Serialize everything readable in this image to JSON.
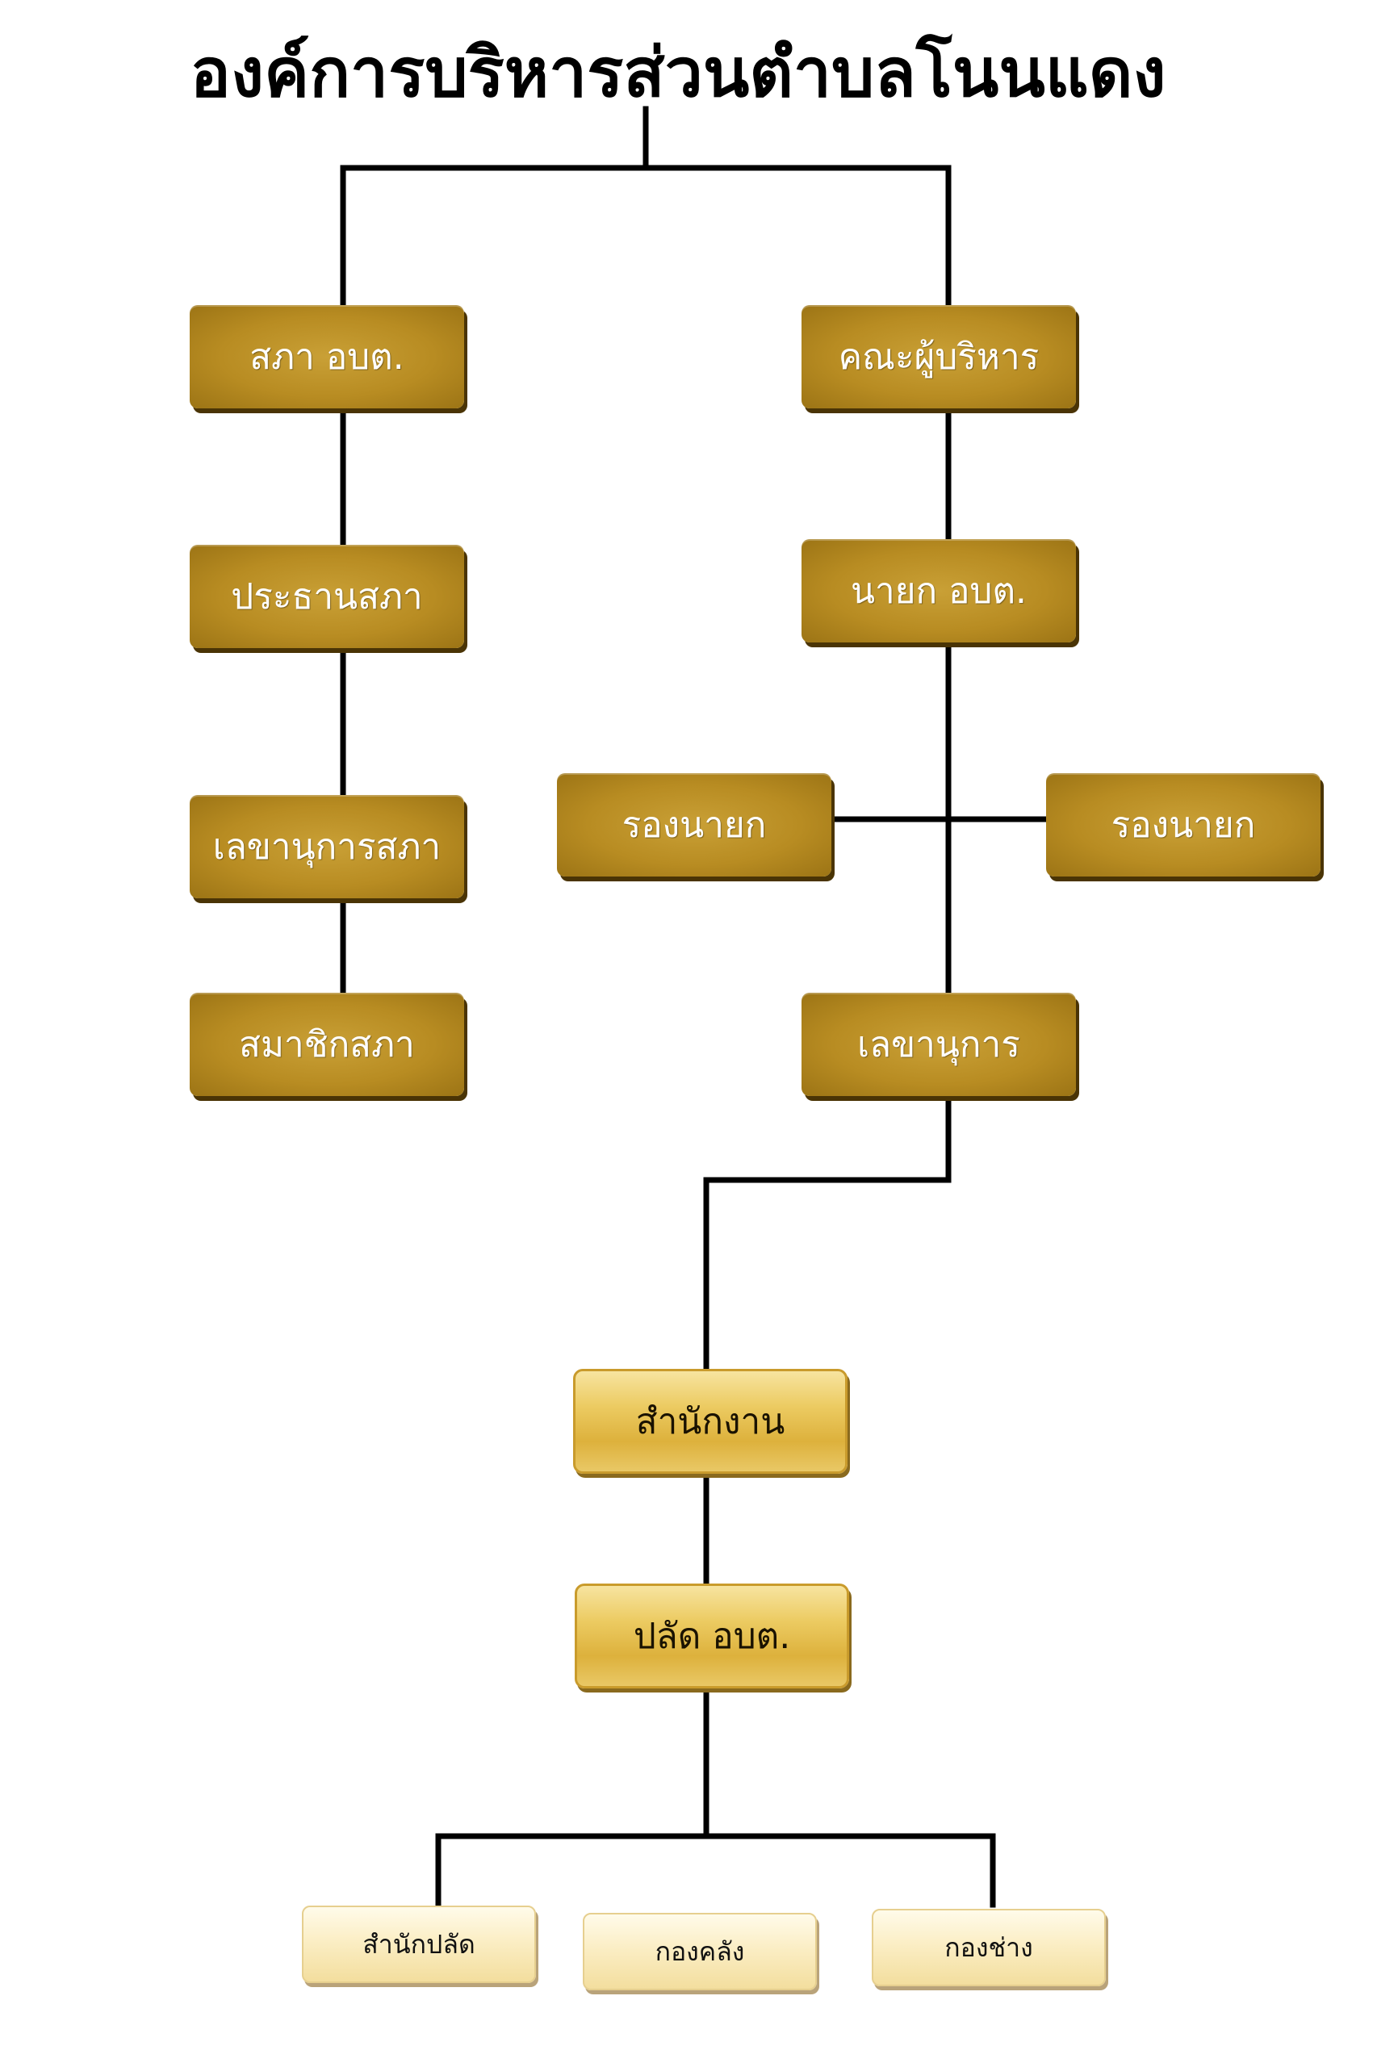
{
  "title": "องค์การบริหารส่วนตำบลโนนแดง",
  "nodes": {
    "council": "สภา อบต.",
    "council_president": "ประธานสภา",
    "council_secretary": "เลขานุการสภา",
    "council_members": "สมาชิกสภา",
    "executives": "คณะผู้บริหาร",
    "mayor": "นายก อบต.",
    "deputy_left": "รองนายก",
    "deputy_right": "รองนายก",
    "secretary": "เลขานุการ",
    "office": "สำนักงาน",
    "chief_admin": "ปลัด อบต.",
    "office_of_chief": "สำนักปลัด",
    "finance_division": "กองคลัง",
    "engineering_division": "กองช่าง"
  },
  "colors": {
    "box_dark": "#b88c22",
    "box_mid": "#ddb13c",
    "box_light": "#fbeec5",
    "connector": "#000000"
  }
}
